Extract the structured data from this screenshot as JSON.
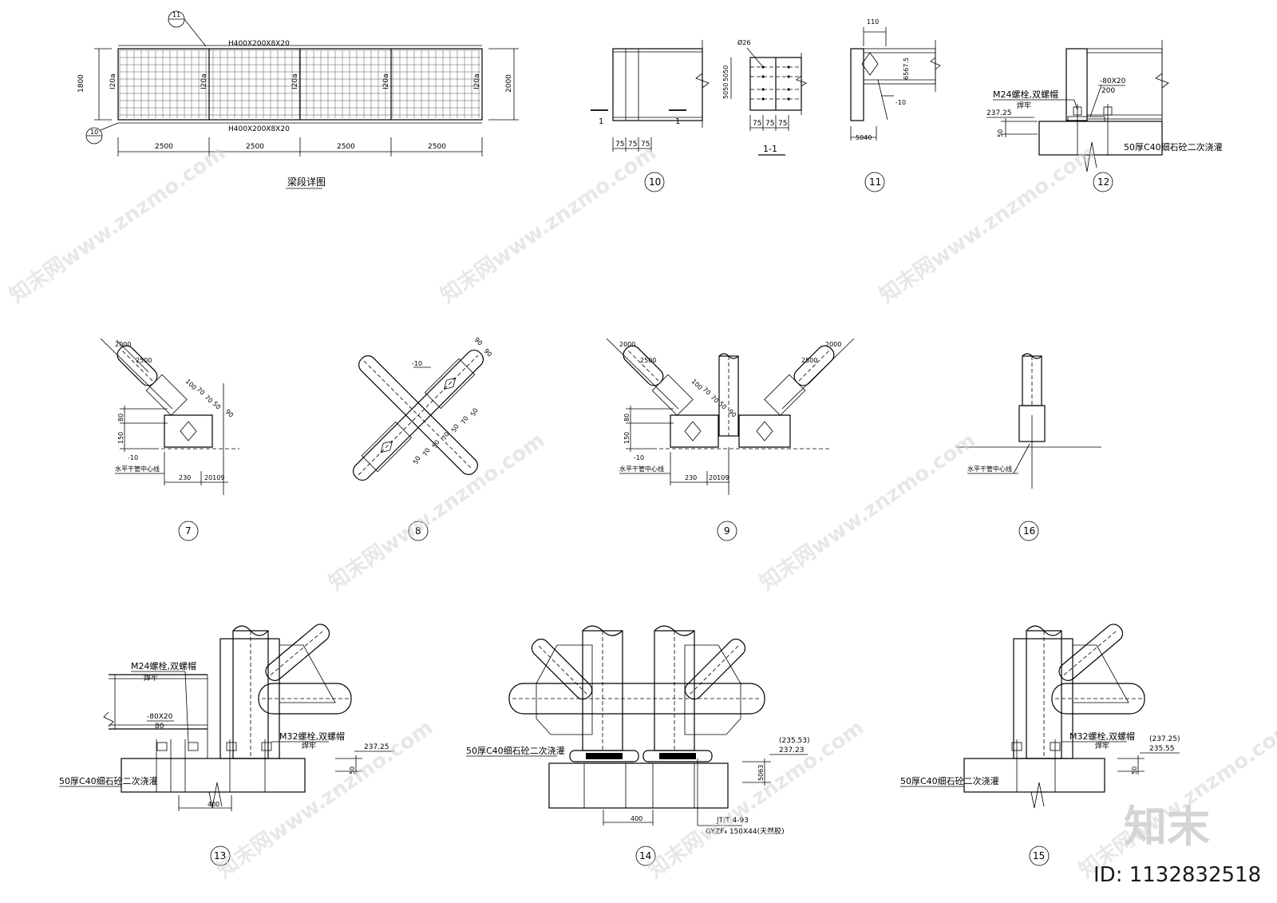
{
  "beam_detail": {
    "title": "梁段详图",
    "top_section": "H400X200X8X20",
    "bottom_section": "H400X200X8X20",
    "left_height": "1800",
    "right_height": "2000",
    "stiffener_label": "I20a",
    "spans": [
      "2500",
      "2500",
      "2500",
      "2500"
    ],
    "callout_top": "11",
    "callout_bottom": "10"
  },
  "detail10": {
    "number": "10",
    "section_mark": "1",
    "dims_bottom": [
      "75",
      "75",
      "75"
    ],
    "section_title": "1-1",
    "hole_label": "Ø26",
    "dims_side": "5050",
    "dims_side2": "5050"
  },
  "detail11": {
    "number": "11",
    "dim_top": "110",
    "dim_side": "6567.5",
    "plate": "-10",
    "dim_bottom": "5040"
  },
  "detail12": {
    "number": "12",
    "bolt": "M24螺栓,双螺帽",
    "weld": "焊牢",
    "plate": "-80X20",
    "plate_w": "200",
    "elev": "237.25",
    "dim": "50",
    "grout": "50厚C40细石砼二次浇灌"
  },
  "detail7": {
    "number": "7",
    "d1": "2000",
    "d2": "2500",
    "dims": [
      "100",
      "70",
      "70",
      "50",
      "90"
    ],
    "h1": "80",
    "h2": "150",
    "plate": "-10",
    "center": "水平干管中心线",
    "b1": "230",
    "b2": "20109"
  },
  "detail8": {
    "number": "8",
    "plate": "-10",
    "dims_top": [
      "90",
      "90"
    ],
    "dims_bottom": [
      "50",
      "70",
      "50",
      "70",
      "50",
      "70",
      "50"
    ]
  },
  "detail9": {
    "number": "9",
    "d1": "2000",
    "d2": "2500",
    "d3": "2500",
    "d4": "2000",
    "dims": [
      "100",
      "70",
      "70",
      "50",
      "90"
    ],
    "h1": "80",
    "h2": "150",
    "plate": "-10",
    "center": "水平干管中心线",
    "b1": "230",
    "b2": "20109"
  },
  "detail16": {
    "number": "16",
    "center": "水平干管中心线"
  },
  "detail13": {
    "number": "13",
    "bolt1": "M24螺栓,双螺帽",
    "weld1": "焊牢",
    "plate": "-80X20",
    "plate_w": "80",
    "bolt2": "M32螺栓,双螺帽",
    "weld2": "焊牢",
    "elev": "237.25",
    "dim": "50",
    "grout": "50厚C40细石砼二次浇灌",
    "width": "400"
  },
  "detail14": {
    "number": "14",
    "grout": "50厚C40细石砼二次浇灌",
    "elev1": "(235.53)",
    "elev2": "237.23",
    "dim": "5063",
    "width": "400",
    "std": "JT/T 4-93",
    "bearing": "GYZF₄ 150X44(天然胶)"
  },
  "detail15": {
    "number": "15",
    "bolt2": "M32螺栓,双螺帽",
    "weld2": "焊牢",
    "elev1": "(237.25)",
    "elev2": "235.55",
    "dim": "50",
    "grout": "50厚C40细石砼二次浇灌"
  },
  "watermark": {
    "text": "知末网www.znzmo.com",
    "brand": "知末",
    "id": "ID: 1132832518"
  }
}
